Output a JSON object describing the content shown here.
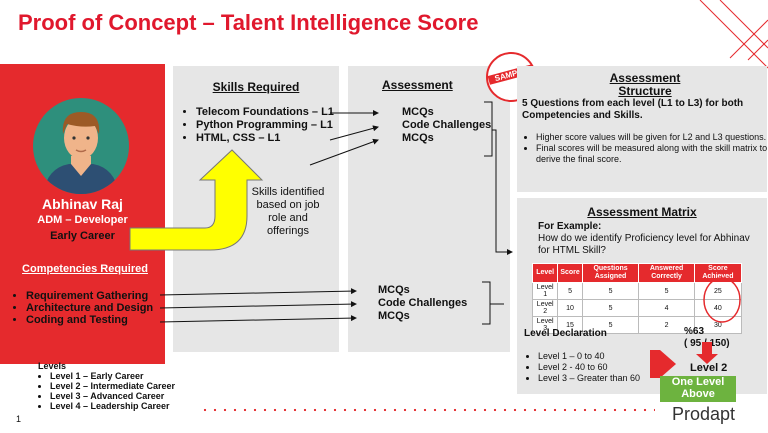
{
  "title": "Proof of Concept – Talent Intelligence Score",
  "profile": {
    "name": "Abhinav Raj",
    "role": "ADM – Developer",
    "stage": "Early Career",
    "competencies_header": "Competencies Required",
    "competencies": [
      "Requirement Gathering",
      "Architecture and Design",
      "Coding and Testing"
    ]
  },
  "levels": {
    "header": "Levels",
    "items": [
      "Level 1 – Early Career",
      "Level 2 – Intermediate Career",
      "Level 3 – Advanced Career",
      "Level 4 – Leadership Career"
    ]
  },
  "skills": {
    "header": "Skills Required",
    "items": [
      "Telecom Foundations – L1",
      "Python Programming – L1",
      "HTML, CSS – L1"
    ],
    "note": "Skills identified based on job role and offerings"
  },
  "assessment": {
    "header": "Assessment",
    "top_items": [
      "MCQs",
      "Code Challenges",
      "MCQs"
    ],
    "bottom_items": [
      "MCQs",
      "Code Challenges",
      "MCQs"
    ],
    "stamp": "SAMPLE"
  },
  "structure": {
    "header": "Assessment Structure",
    "intro": "5 Questions from each level (L1 to L3) for both Competencies and Skills.",
    "points": [
      "Higher score values will be given for L2 and L3 questions.",
      "Final scores will be measured along with the skill matrix to derive the final score."
    ]
  },
  "matrix": {
    "header": "Assessment Matrix",
    "example_label": "For Example:",
    "question": "How do we identify Proficiency level for Abhinav for HTML Skill?",
    "columns": [
      "Level",
      "Score",
      "Questions Assigned",
      "Answered Correctly",
      "Score Achieved"
    ],
    "rows": [
      [
        "Level 1",
        "5",
        "5",
        "5",
        "25"
      ],
      [
        "Level 2",
        "10",
        "5",
        "4",
        "40"
      ],
      [
        "Level 3",
        "15",
        "5",
        "2",
        "30"
      ]
    ],
    "declaration_header": "Level Declaration",
    "declarations": [
      "Level 1 – 0 to 40",
      "Level 2 -  40 to 60",
      "Level 3 – Greater than 60"
    ],
    "percent": "%63",
    "fraction": "( 95 / 150)",
    "result": "Level 2",
    "badge": "One Level Above"
  },
  "footer": {
    "page_number": "1",
    "brand": "Prodapt"
  },
  "colors": {
    "brand_red": "#e52a2d",
    "panel_grey": "#e6e6e6",
    "arrow_yellow": "#ffff00",
    "badge_green": "#6db33f"
  }
}
